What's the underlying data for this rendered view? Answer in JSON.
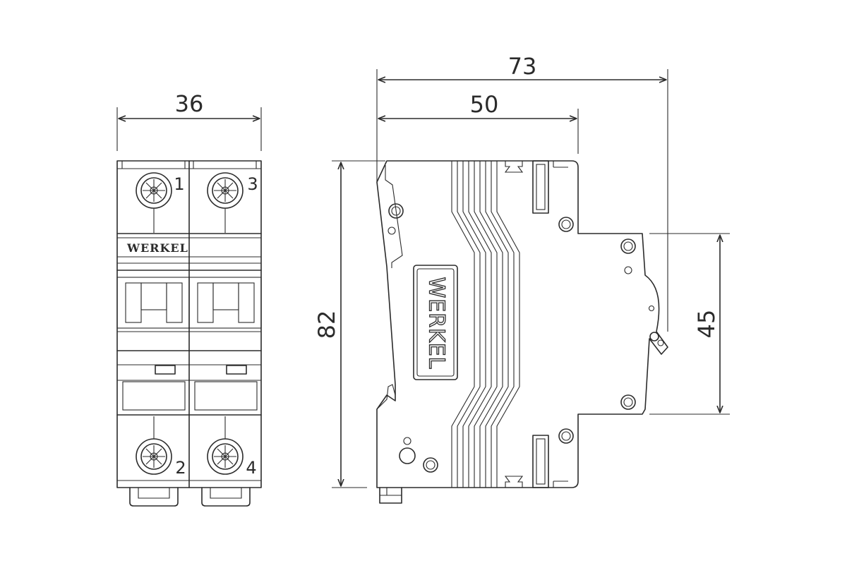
{
  "brand": "WERKEL",
  "dimensions": {
    "front_width": "36",
    "side_depth_total": "73",
    "side_depth_body": "50",
    "height": "82",
    "neck_height": "45"
  },
  "terminals": [
    "1",
    "3",
    "2",
    "4"
  ],
  "colors": {
    "line": "#2b2b2b",
    "background": "#ffffff"
  }
}
